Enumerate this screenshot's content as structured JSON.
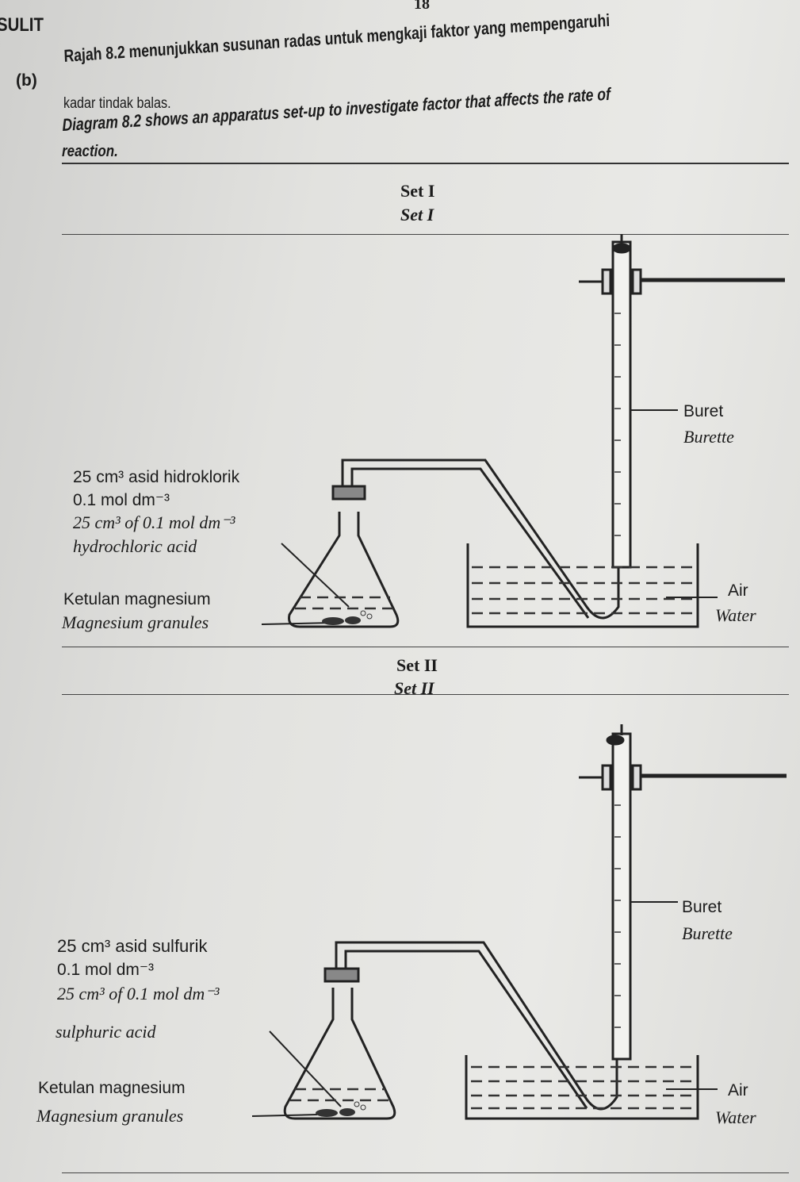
{
  "page_number": "18",
  "header": "SULIT",
  "question": {
    "part": "(b)",
    "malay": "Rajah 8.2 menunjukkan susunan radas untuk mengkaji faktor yang mempengaruhi",
    "malay_cont": "kadar tindak balas.",
    "english": "Diagram 8.2 shows an apparatus set-up to investigate factor that affects the rate of",
    "english_cont": "reaction."
  },
  "sets": [
    {
      "title_malay": "Set I",
      "title_english": "Set I",
      "acid_malay_1": "25 cm³ asid hidroklorik",
      "acid_malay_2": "0.1 mol dm⁻³",
      "acid_english_1": "25 cm³ of 0.1 mol dm⁻³",
      "acid_english_2": "hydrochloric acid",
      "solid_malay": "Ketulan magnesium",
      "solid_english": "Magnesium granules",
      "burette_malay": "Buret",
      "burette_english": "Burette",
      "water_malay": "Air",
      "water_english": "Water"
    },
    {
      "title_malay": "Set II",
      "title_english": "Set II",
      "acid_malay_1": "25 cm³ asid sulfurik",
      "acid_malay_2": "0.1 mol dm⁻³",
      "acid_english_1": "25 cm³ of 0.1 mol dm⁻³",
      "acid_english_2": "sulphuric acid",
      "solid_malay": "Ketulan magnesium",
      "solid_english": "Magnesium granules",
      "burette_malay": "Buret",
      "burette_english": "Burette",
      "water_malay": "Air",
      "water_english": "Water"
    }
  ]
}
